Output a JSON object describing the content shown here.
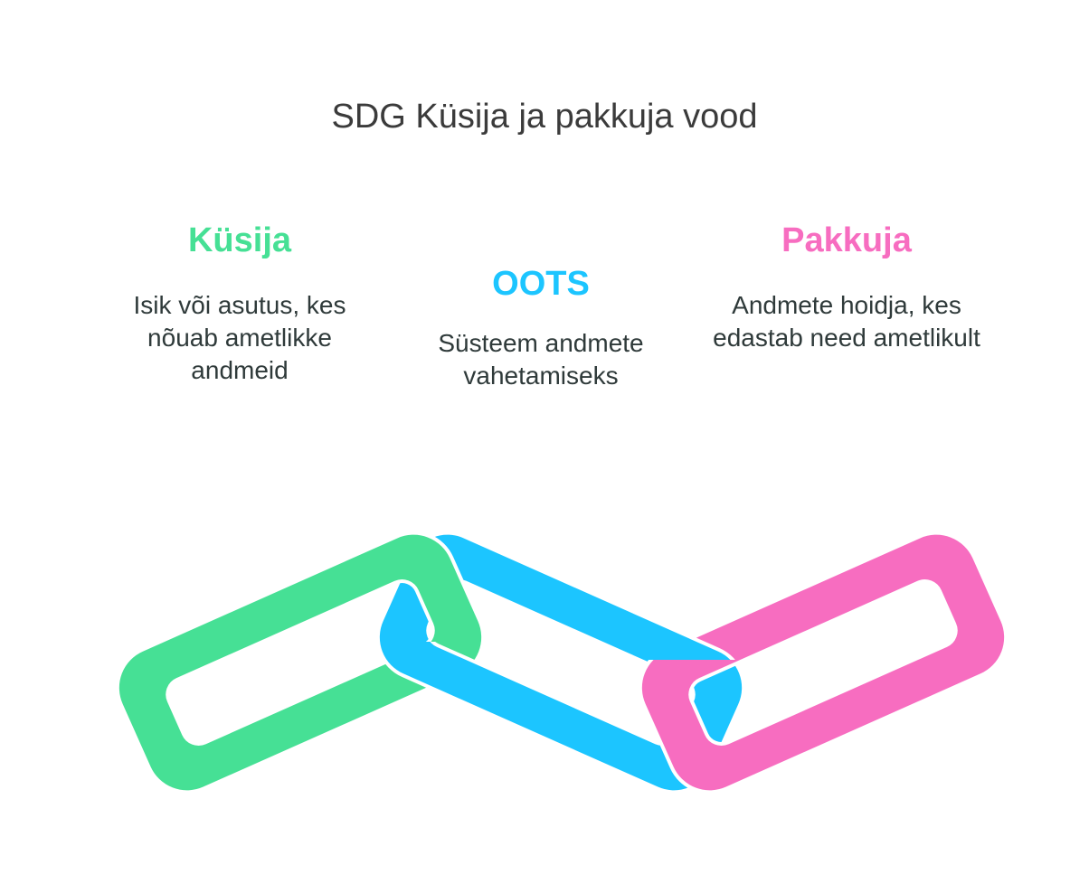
{
  "title": "SDG Küsija ja pakkuja vood",
  "nodes": [
    {
      "id": "kusija",
      "heading": "Küsija",
      "description": "Isik või asutus, kes nõuab ametlikke andmeid",
      "color": "#46E095"
    },
    {
      "id": "oots",
      "heading": "OOTS",
      "description": "Süsteem andmete vahetamiseks",
      "color": "#1CC5FF"
    },
    {
      "id": "pakkuja",
      "heading": "Pakkuja",
      "description": "Andmete hoidja, kes edastab need ametlikult",
      "color": "#F76DC0"
    }
  ],
  "colors": {
    "title": "#3b3b3b",
    "description_text": "#2f3a3a",
    "background": "#ffffff"
  }
}
